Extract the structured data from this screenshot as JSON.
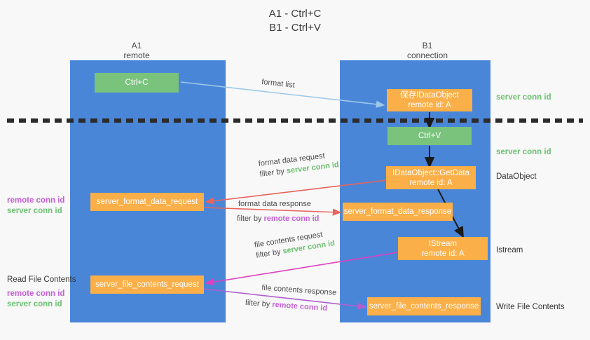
{
  "title": "A1 - Ctrl+C\nB1 - Ctrl+V",
  "columns": [
    {
      "name": "A1",
      "sub": "remote",
      "header": "A1\nremote"
    },
    {
      "name": "B1",
      "sub": "connection",
      "header": "B1\nconnection"
    }
  ],
  "nodes": {
    "ctrl_c": {
      "label": "Ctrl+C",
      "color": "#79c37d"
    },
    "save_idataobject": {
      "line1": "保存IDataObject",
      "line2": "remote id: A",
      "color": "#fbaf48"
    },
    "ctrl_v": {
      "label": "Ctrl+V",
      "color": "#79c37d"
    },
    "getdata": {
      "line1": "IDataObject::GetData",
      "line2": "remote id: A",
      "color": "#fbaf48"
    },
    "istream": {
      "line1": "IStream",
      "line2": "remote id: A",
      "color": "#fbaf48"
    },
    "server_format_data_request": {
      "label": "server_format_data_request",
      "color": "#fbaf48"
    },
    "server_format_data_response": {
      "label": "server_format_data_response",
      "color": "#fbaf48"
    },
    "server_file_contents_request": {
      "label": "server_file_contents_request",
      "color": "#fbaf48"
    },
    "server_file_contents_response": {
      "label": "server_file_contents_response",
      "color": "#fbaf48"
    }
  },
  "right_labels": {
    "server_conn_id_top": "server conn id",
    "server_conn_id_second": "server conn id",
    "dataobject": "DataObject",
    "istream": "Istream",
    "write_file_contents": "Write File Contents"
  },
  "left_labels": {
    "remote_conn_id_upper": "remote conn id",
    "server_conn_id_upper": "server conn id",
    "read_file_contents": "Read File Contents",
    "remote_conn_id_lower": "remote conn id",
    "server_conn_id_lower": "server conn id"
  },
  "edges": {
    "format_list": "format list",
    "format_data_request": "format data request",
    "format_data_request_filter_prefix": "filter by ",
    "format_data_request_filter_key": "server conn id",
    "format_data_response": "format data response",
    "format_data_response_filter_prefix": "filter by ",
    "format_data_response_filter_key": "remote conn id",
    "file_contents_request": "file contents request",
    "file_contents_request_filter_prefix": "filter by ",
    "file_contents_request_filter_key": "server conn id",
    "file_contents_response": "file contents response",
    "file_contents_response_filter_prefix": "filter by ",
    "file_contents_response_filter_key": "remote conn id"
  },
  "colors": {
    "lane": "#4a86d8",
    "green_node": "#79c37d",
    "orange_node": "#fbaf48",
    "server_conn_id": "#6cc071",
    "remote_conn_id": "#c25fd6",
    "arrow_light_blue": "#9dc9ea",
    "arrow_red": "#e8645c",
    "arrow_magenta": "#e040c0",
    "arrow_purple": "#b05fd0",
    "arrow_black": "#1a1a1a",
    "divider": "#2b2b2b",
    "background": "#f8f8f8"
  }
}
